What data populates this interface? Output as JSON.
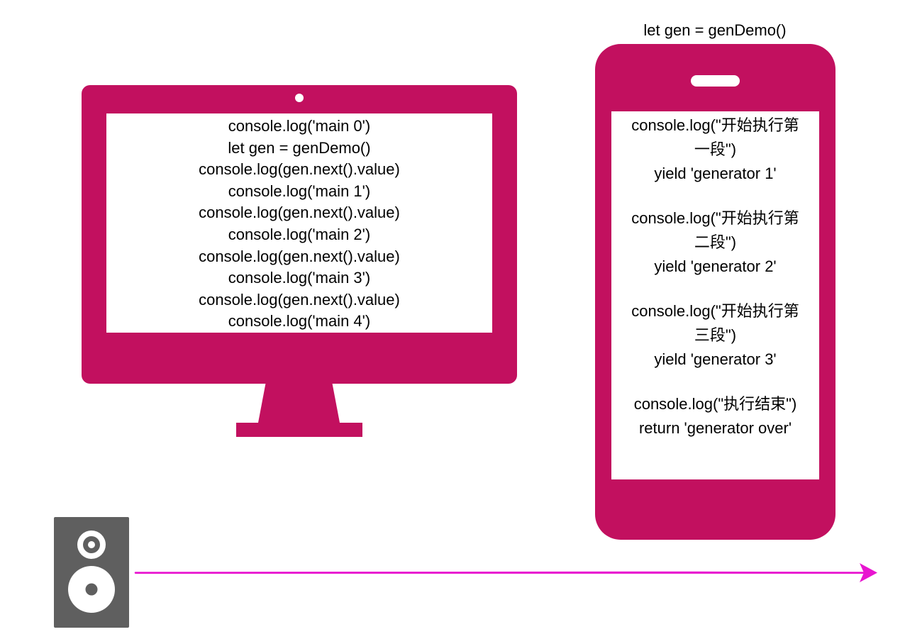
{
  "main_thread": {
    "lines": [
      "console.log('main 0')",
      "let gen = genDemo()",
      "console.log(gen.next().value)",
      "console.log('main 1')",
      "console.log(gen.next().value)",
      "console.log('main 2')",
      "console.log(gen.next().value)",
      "console.log('main 3')",
      "console.log(gen.next().value)",
      "console.log('main 4')"
    ]
  },
  "generator": {
    "caption": "let gen = genDemo()",
    "lines": [
      "console.log(\"开始执行第",
      "一段\")",
      "yield 'generator 1'",
      "",
      "console.log(\"开始执行第",
      "二段\")",
      "yield 'generator 2'",
      "",
      "console.log(\"开始执行第",
      "三段\")",
      "yield 'generator 3'",
      "",
      "console.log(\"执行结束\")",
      "return 'generator over'"
    ]
  },
  "colors": {
    "device": "#c2105f",
    "speaker": "#5f5f5f",
    "arrow": "#e815d0"
  },
  "icons": [
    "monitor-icon",
    "phone-icon",
    "speaker-icon",
    "arrow-icon"
  ]
}
